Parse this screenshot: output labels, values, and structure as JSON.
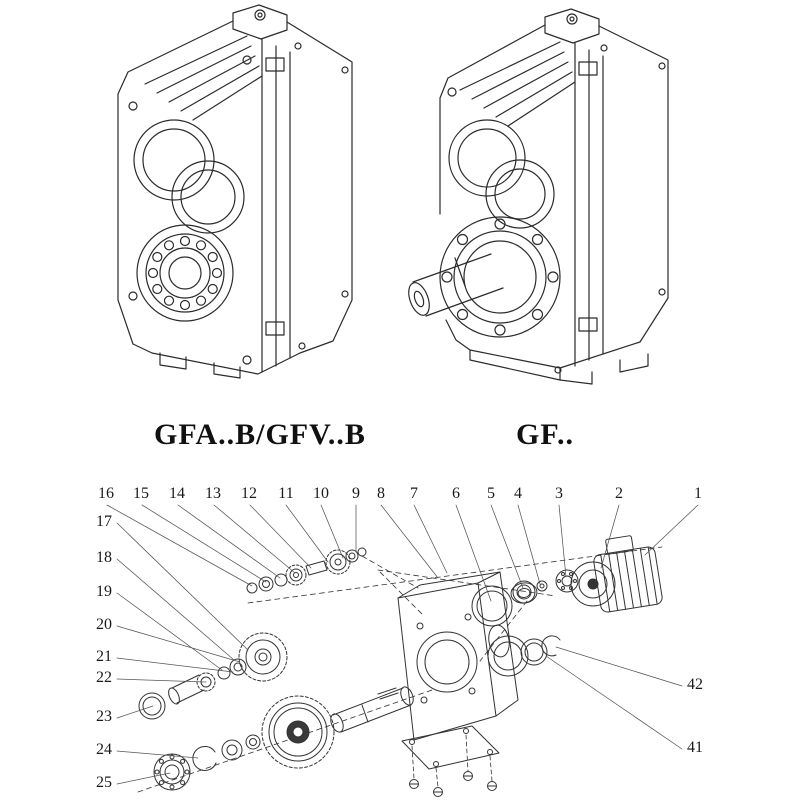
{
  "page": {
    "background": "#ffffff",
    "line_color": "#2b2b2b"
  },
  "models": [
    {
      "label": "GFA..B/GFV..B"
    },
    {
      "label": "GF.."
    }
  ],
  "exploded_view": {
    "top_row_callouts": [
      "16",
      "15",
      "14",
      "13",
      "12",
      "11",
      "10",
      "9",
      "8",
      "7",
      "6",
      "5",
      "4",
      "3",
      "2",
      "1"
    ],
    "left_column_callouts": [
      "17",
      "18",
      "19",
      "20",
      "21",
      "22",
      "23",
      "24",
      "25"
    ],
    "right_column_callouts": [
      "42",
      "41"
    ]
  }
}
